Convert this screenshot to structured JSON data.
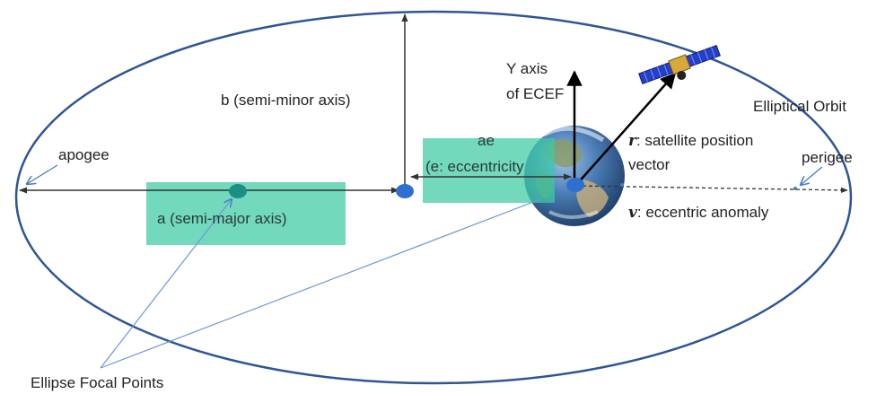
{
  "labels": {
    "y_axis_line1": "Y axis",
    "y_axis_line2": "of ECEF",
    "semi_minor": "b (semi-minor axis)",
    "orbit": "Elliptical Orbit",
    "apogee": "apogee",
    "perigee": "perigee",
    "ae": "ae",
    "eccentricity": "(e: eccentricity",
    "semi_major": "a (semi-major axis)",
    "r_symbol": "r",
    "r_desc_line1": ": satellite position",
    "r_desc_line2": "vector",
    "v_symbol": "v",
    "v_desc": ": eccentric anomaly",
    "focal_points": "Ellipse Focal Points"
  },
  "colors": {
    "orbit": "#2e5597",
    "highlight": "#3ccaa3",
    "focus": "#2e6fd0",
    "focus_teal": "#1a8f86",
    "thin_line": "#6c98d2",
    "earth_ocean": "#3f6ea8",
    "earth_land": "#8a9b6a",
    "satellite_panel": "#2540c8",
    "satellite_body": "#d8a93a"
  },
  "icons": {
    "earth": "earth-globe-icon",
    "satellite": "satellite-icon"
  }
}
